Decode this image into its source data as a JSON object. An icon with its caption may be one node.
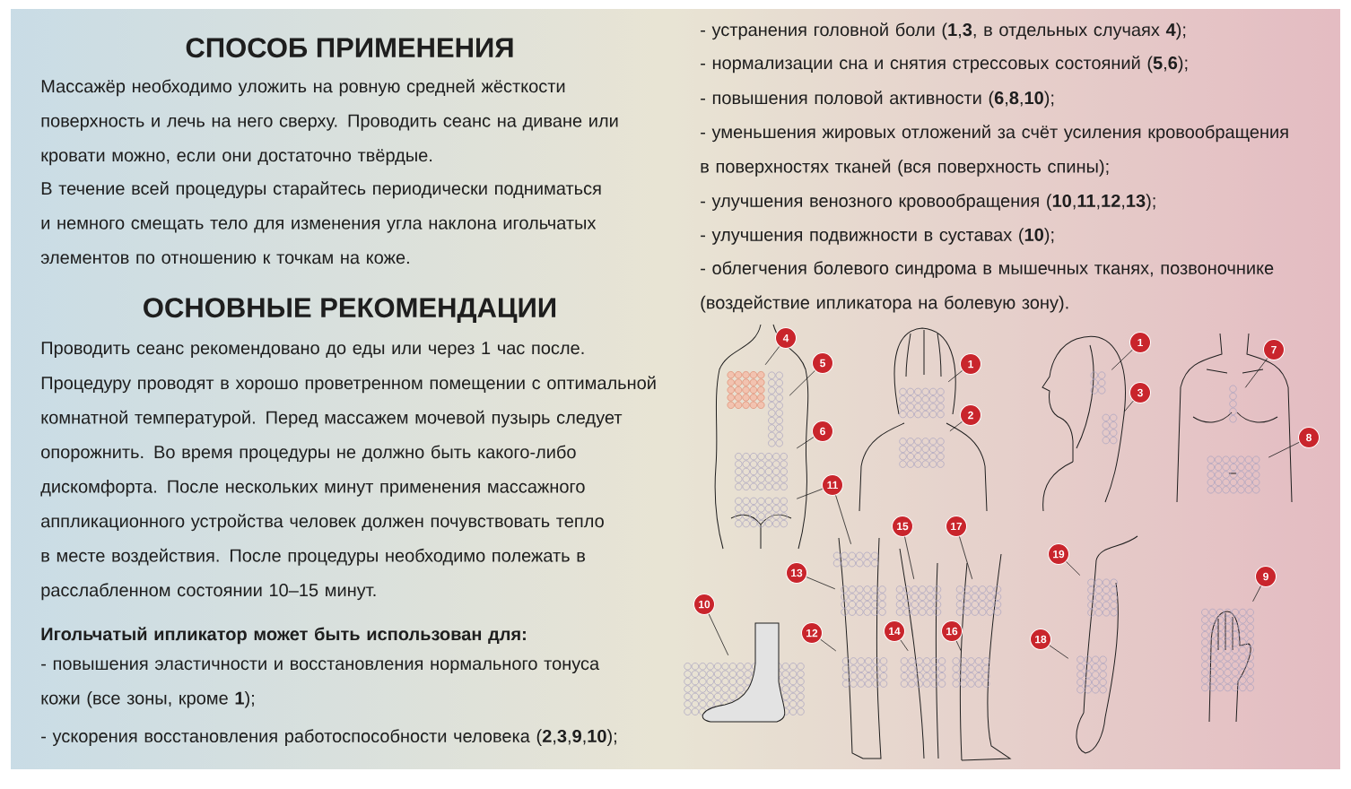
{
  "diagram": {
    "nodes": [
      {
        "text": [
          "4"
        ]
      },
      {
        "text": [],
        "shape": "box"
      },
      {
        "text": [
          "5"
        ]
      },
      {
        "text": [],
        "shape": "box"
      },
      {
        "text": [
          "6"
        ]
      },
      {
        "text": [],
        "shape": "box"
      },
      {
        "text": [
          "11"
        ]
      },
      {
        "text": [],
        "shape": "box"
      },
      {
        "text": [],
        "shape": "box"
      },
      {
        "text": [
          "1"
        ]
      },
      {
        "text": [],
        "shape": "box"
      },
      {
        "text": [
          "2"
        ]
      },
      {
        "text": [],
        "shape": "box"
      },
      {
        "text": [
          "1"
        ]
      },
      {
        "text": [],
        "shape": "box"
      },
      {
        "text": [
          "3"
        ]
      },
      {
        "text": [],
        "shape": "box"
      },
      {
        "text": [
          "7"
        ]
      },
      {
        "text": [],
        "shape": "box"
      },
      {
        "text": [
          "8"
        ]
      },
      {
        "text": [],
        "shape": "box"
      },
      {
        "text": [
          "10"
        ]
      },
      {
        "text": [],
        "shape": "box"
      },
      {
        "text": [
          "13"
        ]
      },
      {
        "text": [],
        "shape": "box"
      },
      {
        "text": [
          "15"
        ]
      },
      {
        "text": [],
        "shape": "box"
      },
      {
        "text": [
          "17"
        ]
      },
      {
        "text": [],
        "shape": "box"
      },
      {
        "text": [
          "12"
        ]
      },
      {
        "text": [],
        "shape": "box"
      },
      {
        "text": [
          "14"
        ]
      },
      {
        "text": [],
        "shape": "box"
      },
      {
        "text": [
          "16"
        ]
      },
      {
        "text": [],
        "shape": "box"
      },
      {
        "text": [
          "19"
        ]
      },
      {
        "text": [],
        "shape": "box"
      },
      {
        "text": [
          "18"
        ]
      },
      {
        "text": [],
        "shape": "box"
      },
      {
        "text": [
          "9"
        ]
      },
      {
        "text": [],
        "shape": "box"
      }
    ],
    "edges": [
      {
        "from": 0,
        "to": 1,
        "arrow": "none"
      },
      {
        "from": 2,
        "to": 3,
        "arrow": "none"
      },
      {
        "from": 4,
        "to": 5,
        "arrow": "none"
      },
      {
        "from": 6,
        "to": 7,
        "arrow": "none"
      },
      {
        "from": 6,
        "to": 8,
        "arrow": "none"
      },
      {
        "from": 9,
        "to": 10,
        "arrow": "none"
      },
      {
        "from": 11,
        "to": 12,
        "arrow": "none"
      },
      {
        "from": 13,
        "to": 14,
        "arrow": "none"
      },
      {
        "from": 15,
        "to": 16,
        "arrow": "none"
      },
      {
        "from": 17,
        "to": 18,
        "arrow": "none"
      },
      {
        "from": 19,
        "to": 20,
        "arrow": "none"
      },
      {
        "from": 21,
        "to": 22,
        "arrow": "none"
      },
      {
        "from": 23,
        "to": 24,
        "arrow": "none"
      },
      {
        "from": 25,
        "to": 26,
        "arrow": "none"
      },
      {
        "from": 27,
        "to": 28,
        "arrow": "none"
      },
      {
        "from": 29,
        "to": 30,
        "arrow": "none"
      },
      {
        "from": 31,
        "to": 32,
        "arrow": "none"
      },
      {
        "from": 33,
        "to": 34,
        "arrow": "none"
      },
      {
        "from": 35,
        "to": 36,
        "arrow": "none"
      },
      {
        "from": 37,
        "to": 38,
        "arrow": "none"
      },
      {
        "from": 39,
        "to": 40,
        "arrow": "none"
      }
    ],
    "labels": [
      "СПОСОБ ПРИМЕНЕНИЯ",
      "Массажёр необходимо уложить на ровную средней жёсткости поверхность и лечь на него сверху. Проводить сеанс на диване или кровати можно, если они достаточно твёрдые.",
      "В течение всей процедуры старайтесь периодически подниматься и немного смещать тело для изменения угла наклона игольчатых элементов по отношению к точкам на коже.",
      "ОСНОВНЫЕ РЕКОМЕНДАЦИИ",
      "Проводить сеанс рекомендовано до еды или через 1 час после.",
      "Процедуру проводят в хорошо проветренном помещении с оптимальной комнатной температурой. Перед массажем мочевой пузырь следует опорожнить. Во время процедуры не должно быть какого-либо дискомфорта. После нескольких минут применения массажного аппликационного устройства человек должен почувствовать тепло в месте воздействия. После процедуры необходимо полежать в расслабленном состоянии 10–15 минут.",
      "Игольчатый ипликатор может быть использован для:",
      "- повышения эластичности и восстановления нормального тонуса кожи (все зоны, кроме **1**);",
      "- ускорения восстановления работоспособности человека (**2**,**3**,**9**,**10**);",
      "- устранения головной боли (**1**,**3**, в отдельных случаях **4**);",
      "- нормализации сна и снятия стрессовых состояний (**5**,**6**);",
      "- повышения половой активности (**6**,**8**,**10**);",
      "- уменьшения жировых отложений за счёт усиления кровообращения в поверхностях тканей (вся поверхность спины);",
      "- улучшения венозного кровообращения (**10**,**11**,**12**,**13**);",
      "- улучшения подвижности в суставах (**10**);",
      "- облегчения болевого синдрома в мышечных тканях, позвоночнике (воздействие ипликатора на болевую зону)."
    ]
  }
}
